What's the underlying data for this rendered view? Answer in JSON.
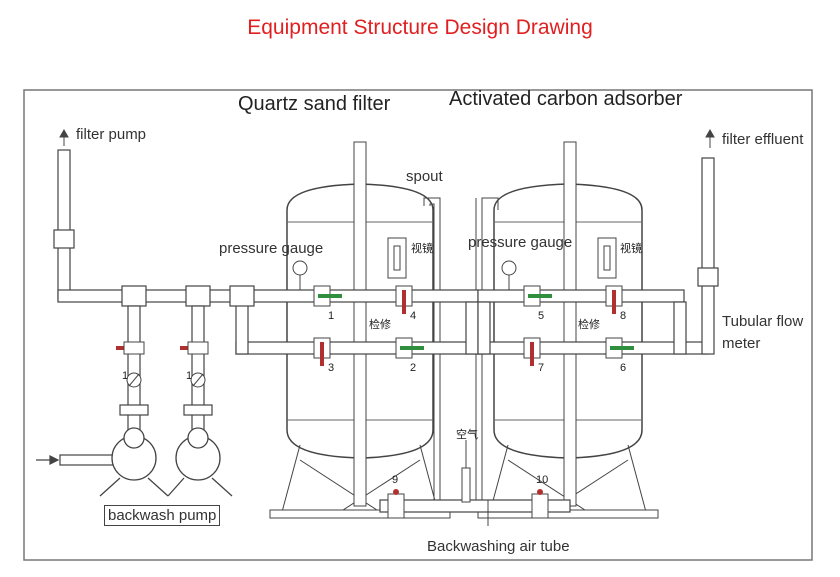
{
  "title": "Equipment Structure Design Drawing",
  "vessels": {
    "left_name": "Quartz sand filter",
    "right_name": "Activated carbon adsorber"
  },
  "labels": {
    "filter_pump": "filter pump",
    "filter_effluent": "filter effluent",
    "spout": "spout",
    "pressure_gauge_left": "pressure gauge",
    "pressure_gauge_right": "pressure gauge",
    "tubular_flow_meter": "Tubular flow\nmeter",
    "backwash_pump": "backwash pump",
    "backwashing_air_tube": "Backwashing air tube",
    "air_mark": "空气",
    "sight_glass": "视镜",
    "manhole": "检修",
    "pump_valve_no": "1"
  },
  "valve_numbers": [
    "1",
    "2",
    "3",
    "4",
    "5",
    "6",
    "7",
    "8",
    "9",
    "10"
  ],
  "colors": {
    "title": "#e02020",
    "line": "#444444",
    "valve_red": "#b03030",
    "valve_green": "#2f8f3f"
  }
}
